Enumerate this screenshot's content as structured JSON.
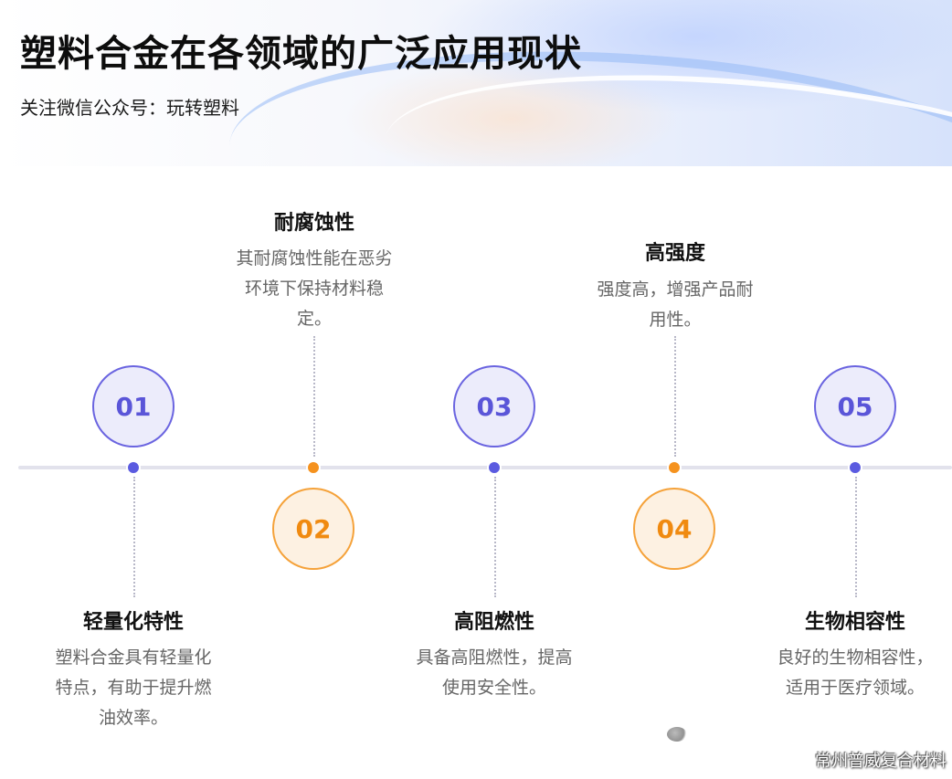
{
  "header": {
    "title": "塑料合金在各领域的广泛应用现状",
    "subtitle": "关注微信公众号：玩转塑料"
  },
  "colors": {
    "blue": "#5b5be0",
    "orange": "#f5921e"
  },
  "items": [
    {
      "number": "01",
      "title": "轻量化特性",
      "desc": "塑料合金具有轻量化特点，有助于提升燃油效率。",
      "color": "blue"
    },
    {
      "number": "02",
      "title": "耐腐蚀性",
      "desc": "其耐腐蚀性能在恶劣环境下保持材料稳定。",
      "color": "orange"
    },
    {
      "number": "03",
      "title": "高阻燃性",
      "desc": "具备高阻燃性，提高使用安全性。",
      "color": "blue"
    },
    {
      "number": "04",
      "title": "高强度",
      "desc": "强度高，增强产品耐用性。",
      "color": "orange"
    },
    {
      "number": "05",
      "title": "生物相容性",
      "desc": "良好的生物相容性，适用于医疗领域。",
      "color": "blue"
    }
  ],
  "watermark": "常州普威复合材料"
}
